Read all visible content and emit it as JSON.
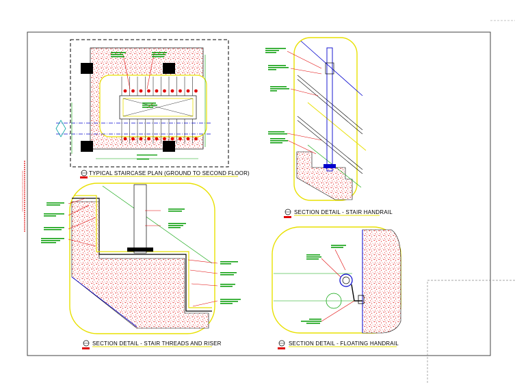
{
  "drawing": {
    "title_plan": "TYPICAL STAIRCASE PLAN (GROUND TO SECOND FLOOR)",
    "title_handrail": "SECTION DETAIL - STAIR HANDRAIL",
    "title_threads": "SECTION DETAIL - STAIR THREADS AND RISER",
    "title_floating": "SECTION DETAIL - FLOATING HANDRAIL",
    "marker_symbol": "1"
  },
  "colors": {
    "linework": "#000000",
    "annotation": "#00a000",
    "leader": "#e00000",
    "highlight": "#e8e000",
    "axis": "#0000cc",
    "hatch": "#e01010",
    "border": "#808080"
  }
}
